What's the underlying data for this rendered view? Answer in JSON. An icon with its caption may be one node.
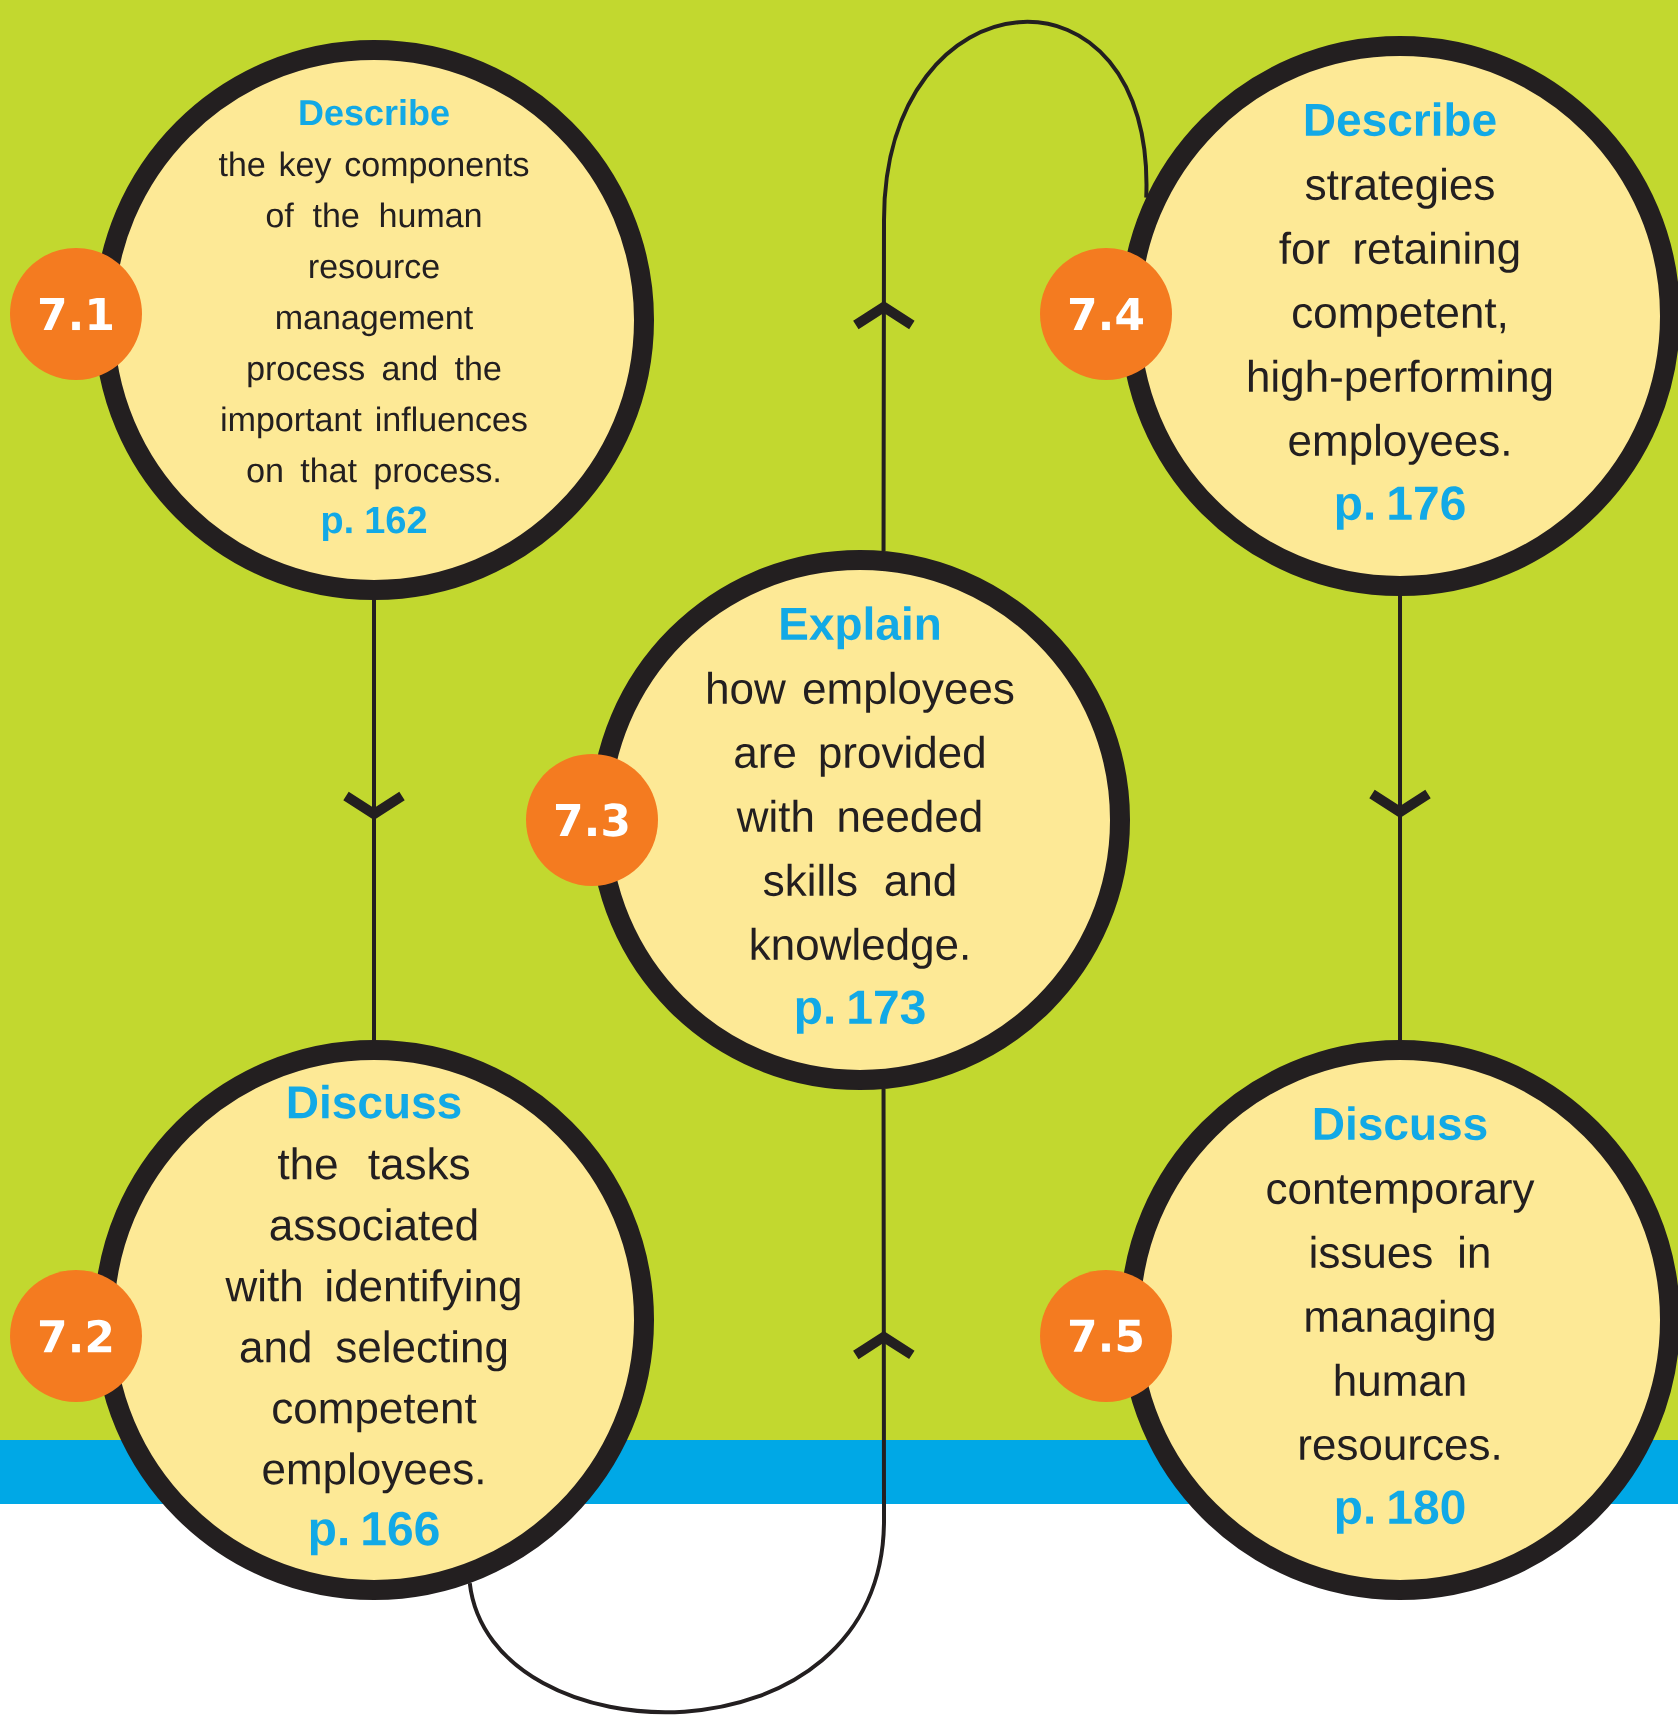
{
  "diagram": {
    "nodes": [
      {
        "text": [
          "7.1"
        ]
      },
      {
        "text": [
          "Describe",
          "the key components of the human resource management process and the important influences on that process.",
          "p. 162"
        ]
      },
      {
        "text": [
          "7.4"
        ]
      },
      {
        "text": [
          "Describe",
          "strategies for retaining competent, high-performing employees.",
          "p. 176"
        ]
      },
      {
        "text": [
          "7.3"
        ]
      },
      {
        "text": [
          "Explain",
          "how employees are provided with needed skills and knowledge.",
          "p. 173"
        ]
      },
      {
        "text": [
          "7.2"
        ]
      },
      {
        "text": [
          "Discuss",
          "the tasks associated with identifying and selecting competent employees.",
          "p. 166"
        ]
      },
      {
        "text": [
          "7.5"
        ]
      },
      {
        "text": [
          "Discuss",
          "contemporary issues in managing human resources.",
          "p. 180"
        ]
      }
    ],
    "edges": [
      {
        "from": 1,
        "to": 7,
        "arrow": "to"
      },
      {
        "from": 7,
        "to": 5,
        "arrow": "to"
      },
      {
        "from": 5,
        "to": 3,
        "arrow": "to"
      },
      {
        "from": 3,
        "to": 9,
        "arrow": "to"
      }
    ]
  }
}
